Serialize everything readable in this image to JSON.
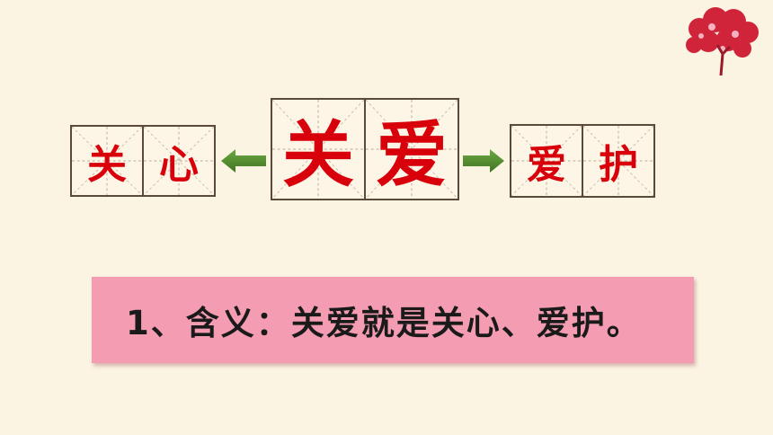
{
  "left_word": {
    "chars": [
      "关",
      "心"
    ]
  },
  "center_word": {
    "chars": [
      "关",
      "爱"
    ]
  },
  "right_word": {
    "chars": [
      "爱",
      "护"
    ]
  },
  "banner": {
    "text": "1、含义：关爱就是关心、爱护。"
  },
  "colors": {
    "background": "#fbf4e2",
    "character_red": "#d8000a",
    "arrow_green": "#4f8a2c",
    "banner_pink": "#f39cb2"
  },
  "icons": [
    "heart-tree-icon",
    "left-arrow-icon",
    "right-arrow-icon"
  ]
}
